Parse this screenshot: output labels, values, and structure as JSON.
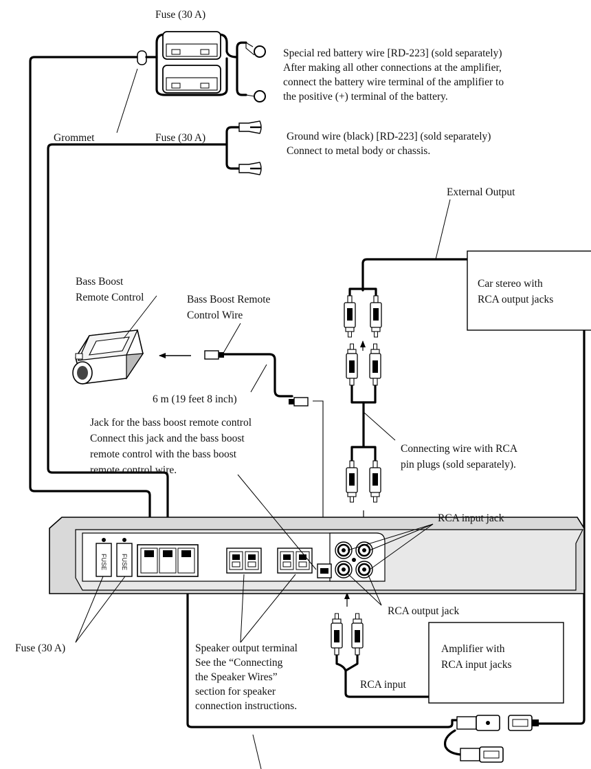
{
  "labels": {
    "fuse_top": "Fuse (30 A)",
    "fuse_mid": "Fuse (30 A)",
    "grommet": "Grommet",
    "battery_wire": [
      "Special red battery wire [RD-223] (sold separately)",
      "After making all other connections at the amplifier,",
      "connect the battery wire terminal of the amplifier to",
      "the positive (+) terminal of the battery."
    ],
    "ground_wire": [
      "Ground wire (black) [RD-223] (sold separately)",
      "Connect to metal body or chassis."
    ],
    "external_output": "External Output",
    "car_stereo": [
      "Car stereo with",
      "RCA output jacks"
    ],
    "remote_control": [
      "Bass Boost",
      "Remote Control"
    ],
    "remote_wire": [
      "Bass Boost Remote",
      "Control Wire"
    ],
    "wire_length": "6 m (19 feet 8 inch)",
    "remote_jack": [
      "Jack for the bass boost remote control",
      "Connect this jack and the bass boost",
      "remote control with the bass boost",
      "remote control wire."
    ],
    "connecting_wire": [
      "Connecting wire with RCA",
      "pin plugs (sold separately)."
    ],
    "rca_input_jack": "RCA input jack",
    "rca_output_jack": "RCA output jack",
    "fuse_bottom": "Fuse (30 A)",
    "speaker_terminal": [
      "Speaker output terminal",
      "See the “Connecting",
      "the Speaker Wires”",
      "section for speaker",
      "connection instructions."
    ],
    "amplifier": [
      "Amplifier with",
      "RCA input jacks"
    ],
    "rca_input": "RCA input",
    "fuse_holder_text": "FUSE"
  },
  "icons": [
    "fuse-holder-icon",
    "ring-terminal-icon",
    "ground-terminal-icon",
    "rca-plug-icon",
    "remote-control-icon",
    "modular-plug-icon",
    "amplifier-icon",
    "speaker-terminal-icon",
    "rca-jack-icon",
    "connector-plug-icon"
  ],
  "colors": {
    "ink": "#000000",
    "paper": "#ffffff",
    "body_gray": "#d9d9d9",
    "plug_gray": "#8a8a8a"
  }
}
